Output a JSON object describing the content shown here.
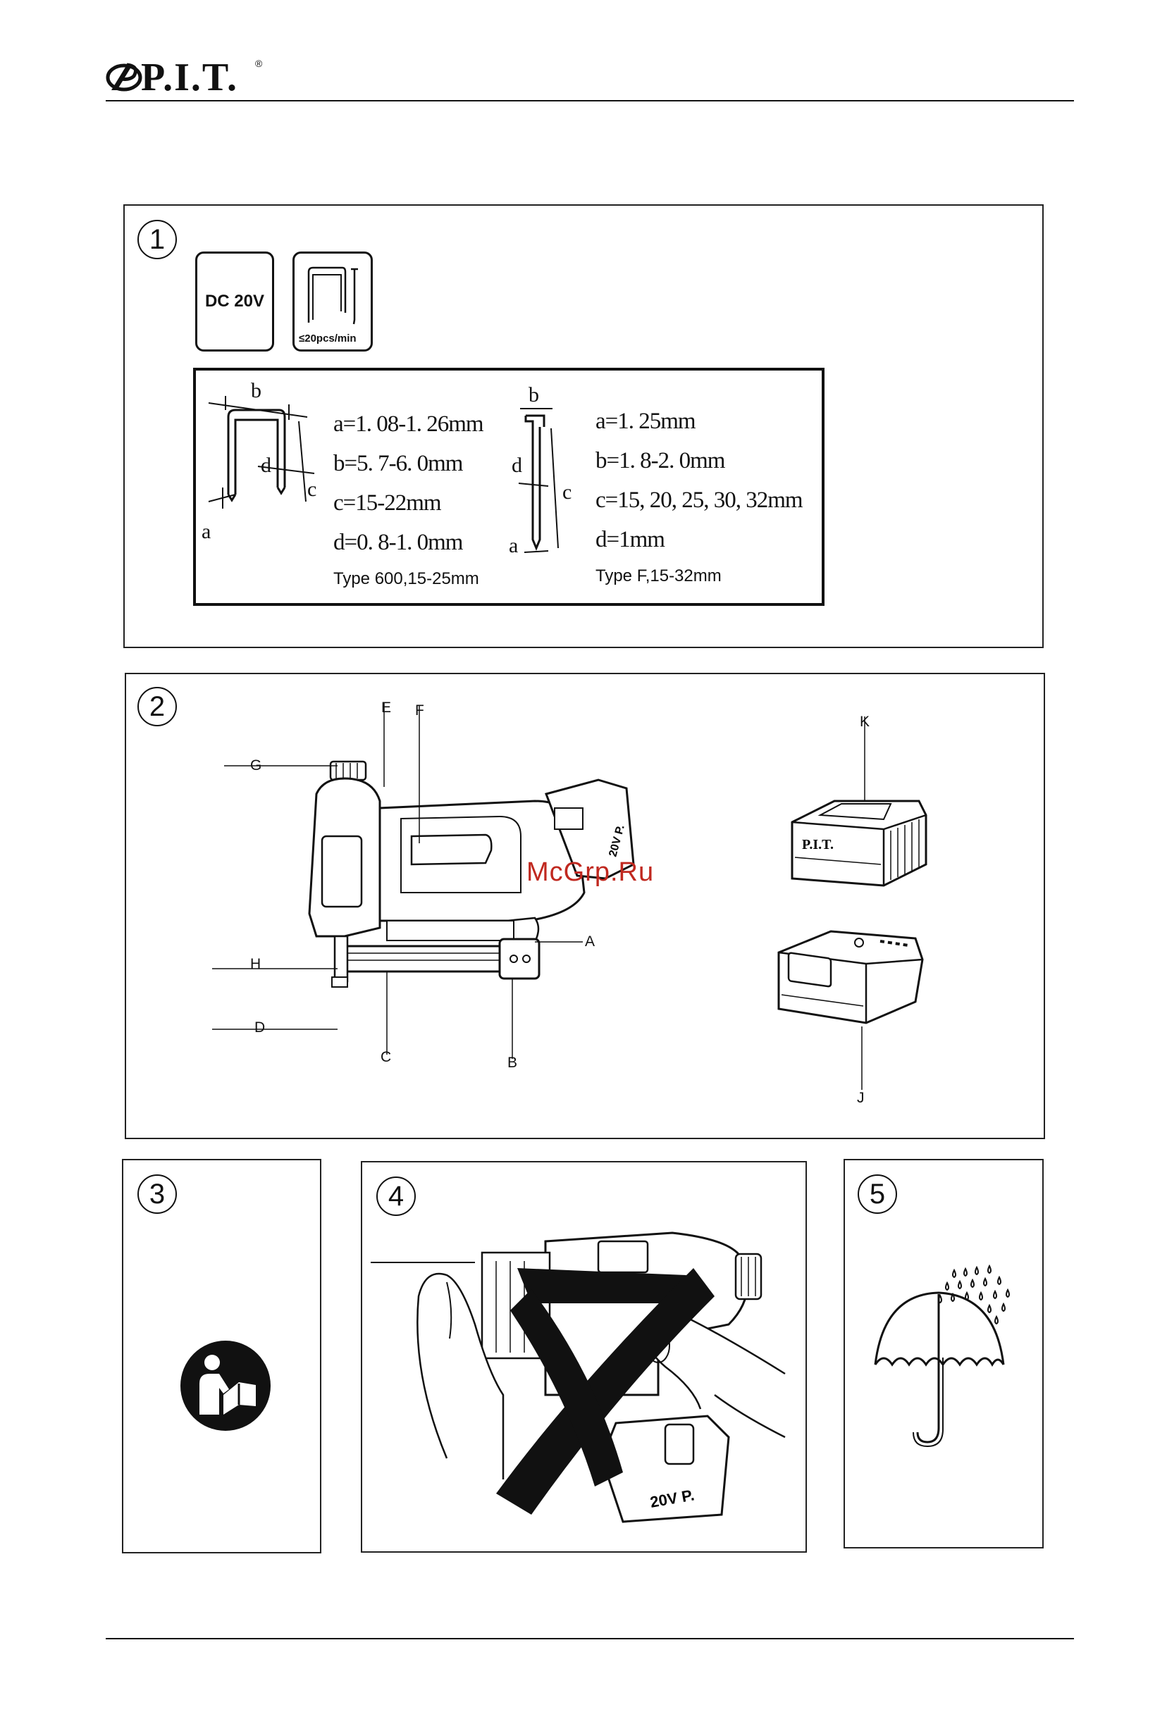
{
  "header": {
    "brand": "P.I.T.",
    "registered": "®"
  },
  "panel1": {
    "number": "1",
    "voltage_badge": "DC 20V",
    "rate_badge": "≤20pcs/min",
    "staple": {
      "dim_labels": [
        "b",
        "d",
        "c",
        "a"
      ],
      "specs": [
        "a=1. 08-1. 26mm",
        "b=5. 7-6. 0mm",
        "c=15-22mm",
        "d=0. 8-1. 0mm"
      ],
      "type": "Type 600,15-25mm"
    },
    "nail": {
      "dim_labels": [
        "b",
        "d",
        "c",
        "a"
      ],
      "specs": [
        "a=1. 25mm",
        "b=1. 8-2. 0mm",
        "c=15, 20, 25, 30, 32mm",
        "d=1mm"
      ],
      "type": "Type F,15-32mm"
    }
  },
  "panel2": {
    "number": "2",
    "labels": {
      "E": "E",
      "F": "F",
      "G": "G",
      "K": "K",
      "A": "A",
      "H": "H",
      "D": "D",
      "C": "C",
      "B": "B",
      "J": "J"
    },
    "battery_text": "20V P.",
    "charger_text": "P.I.T.",
    "watermark": "McGrp.Ru"
  },
  "panel3": {
    "number": "3"
  },
  "panel4": {
    "number": "4",
    "battery_text": "20V P."
  },
  "panel5": {
    "number": "5"
  },
  "colors": {
    "line": "#111111",
    "watermark": "#c0281f"
  }
}
